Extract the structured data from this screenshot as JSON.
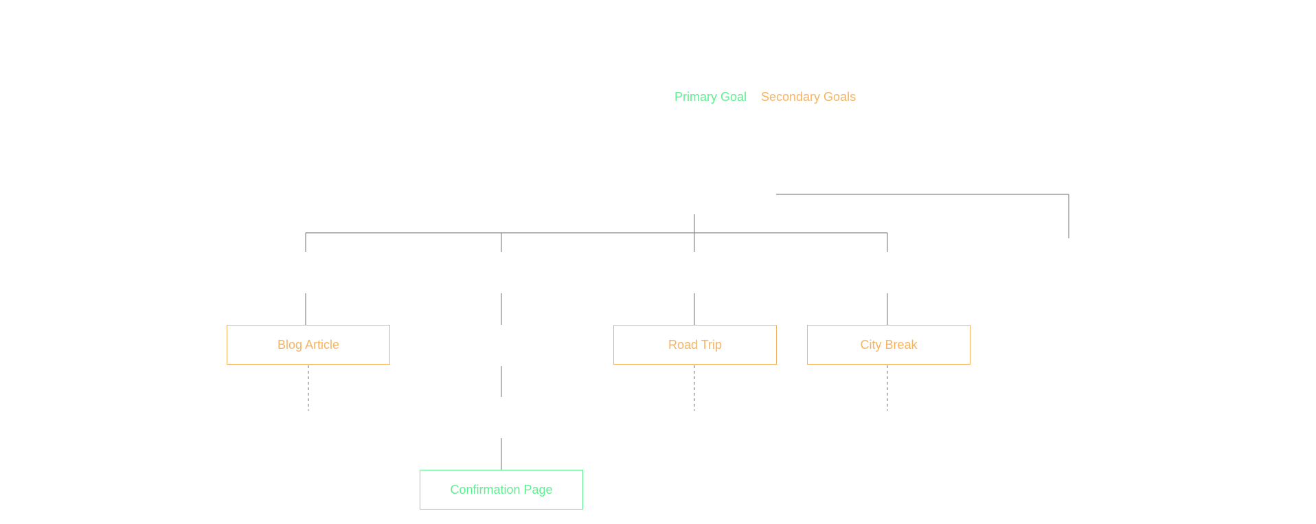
{
  "legend": {
    "primary_label": "Primary Goal",
    "secondary_label": "Secondary Goals"
  },
  "colors": {
    "primary": "#5ef090",
    "secondary": "#f6b461",
    "connector": "#888888"
  },
  "nodes": {
    "blog_article": "Blog Article",
    "road_trip": "Road Trip",
    "city_break": "City Break",
    "confirmation_page": "Confirmation Page"
  }
}
